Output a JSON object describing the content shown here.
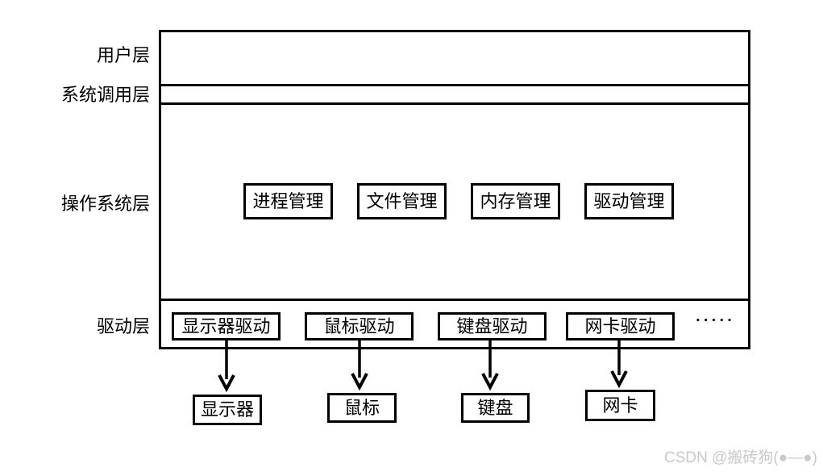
{
  "diagram": {
    "layer_labels": {
      "user": "用户层",
      "syscall": "系统调用层",
      "os": "操作系统层",
      "driver": "驱动层"
    },
    "os_modules": [
      "进程管理",
      "文件管理",
      "内存管理",
      "驱动管理"
    ],
    "driver_boxes": [
      "显示器驱动",
      "鼠标驱动",
      "键盘驱动",
      "网卡驱动"
    ],
    "driver_ellipsis": ".....",
    "device_boxes": [
      "显示器",
      "鼠标",
      "键盘",
      "网卡"
    ]
  },
  "watermark": {
    "text": "CSDN @搬砖狗(●—●)"
  },
  "colors": {
    "line": "#000000",
    "background": "#ffffff",
    "watermark": "#c9c9c9"
  }
}
